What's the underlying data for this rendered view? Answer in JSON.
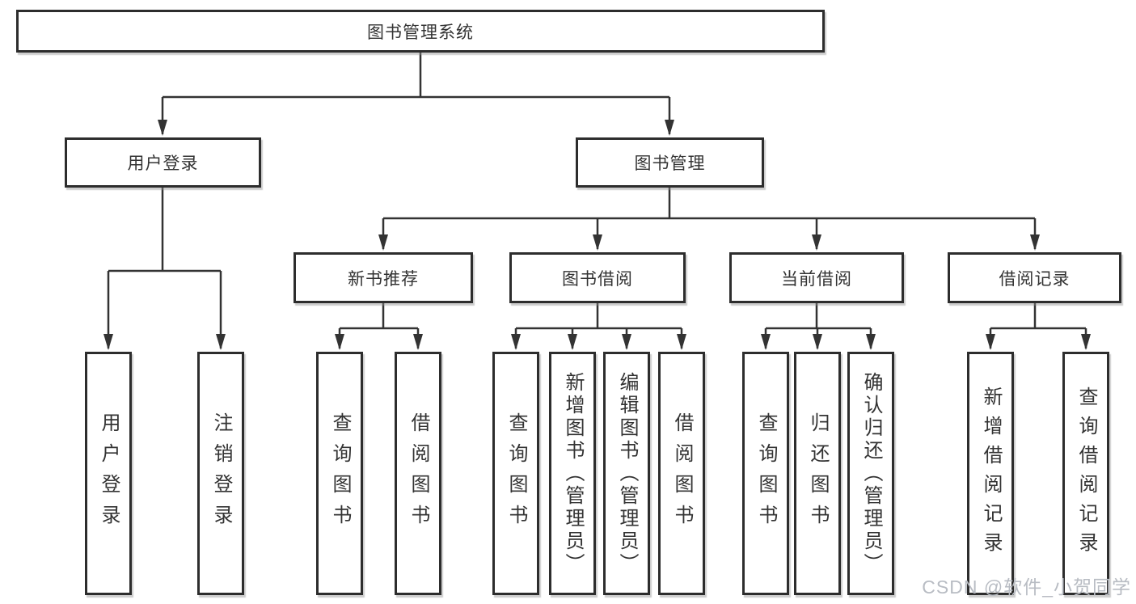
{
  "tree": {
    "label": "图书管理系统",
    "children": [
      {
        "label": "用户登录",
        "children": [
          {
            "label": "用户登录"
          },
          {
            "label": "注销登录"
          }
        ]
      },
      {
        "label": "图书管理",
        "children": [
          {
            "label": "新书推荐",
            "children": [
              {
                "label": "查询图书"
              },
              {
                "label": "借阅图书"
              }
            ]
          },
          {
            "label": "图书借阅",
            "children": [
              {
                "label": "查询图书"
              },
              {
                "label": "新增图书（管理员）"
              },
              {
                "label": "编辑图书（管理员）"
              },
              {
                "label": "借阅图书"
              }
            ]
          },
          {
            "label": "当前借阅",
            "children": [
              {
                "label": "查询图书"
              },
              {
                "label": "归还图书"
              },
              {
                "label": "确认归还（管理员）"
              }
            ]
          },
          {
            "label": "借阅记录",
            "children": [
              {
                "label": "新增借阅记录"
              },
              {
                "label": "查询借阅记录"
              }
            ]
          }
        ]
      }
    ]
  },
  "watermark": "CSDN @软件_小贺同学",
  "colors": {
    "line": "#333333",
    "box_border": "#2d2d2d",
    "text": "#333333",
    "watermark": "#b8bcc3",
    "background": "#ffffff"
  }
}
